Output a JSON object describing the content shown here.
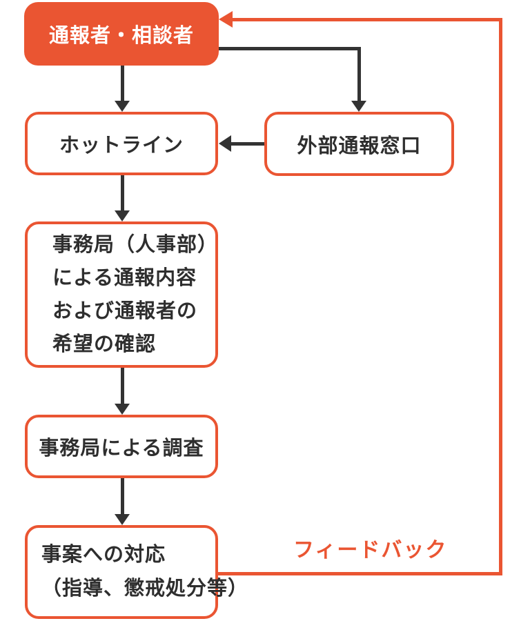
{
  "colors": {
    "accent_orange": "#ea5532",
    "arrow_dark": "#333333",
    "node_text_dark": "#2e2e2e",
    "node_text_light": "#ffffff",
    "background": "#ffffff"
  },
  "flowchart": {
    "nodes": {
      "reporter": {
        "label": "通報者・相談者"
      },
      "hotline": {
        "label": "ホットライン"
      },
      "external": {
        "label": "外部通報窓口"
      },
      "secretariat": {
        "line1": "事務局（人事部）",
        "line2": "による通報内容",
        "line3": "および通報者の",
        "line4": "希望の確認"
      },
      "investigation": {
        "label": "事務局による調査"
      },
      "response": {
        "line1": "事案への対応",
        "line2": "（指導、懲戒処分等）"
      }
    },
    "labels": {
      "feedback": "フィードバック"
    }
  }
}
